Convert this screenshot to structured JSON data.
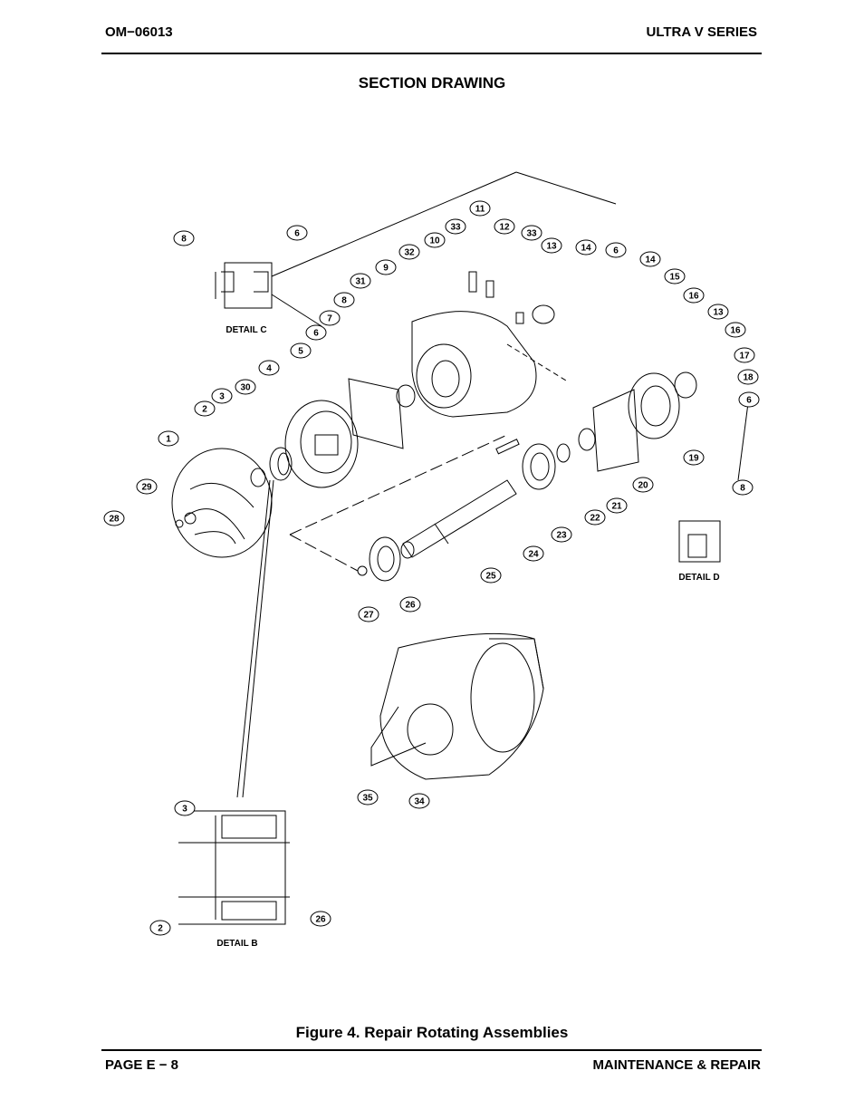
{
  "header": {
    "doc_number": "OM−06013",
    "series": "ULTRA V SERIES"
  },
  "section_title": "SECTION DRAWING",
  "figure_caption": "Figure 4.  Repair Rotating Assemblies",
  "footer": {
    "page": "PAGE E − 8",
    "section": "MAINTENANCE & REPAIR"
  },
  "details": {
    "c": "DETAIL C",
    "d": "DETAIL D",
    "b": "DETAIL B"
  },
  "callouts": [
    "8",
    "6",
    "11",
    "33",
    "12",
    "10",
    "33",
    "13",
    "32",
    "14",
    "6",
    "9",
    "14",
    "31",
    "15",
    "8",
    "16",
    "7",
    "13",
    "6",
    "16",
    "5",
    "17",
    "4",
    "18",
    "30",
    "6",
    "3",
    "2",
    "19",
    "1",
    "20",
    "29",
    "21",
    "8",
    "22",
    "28",
    "23",
    "24",
    "25",
    "27",
    "26",
    "35",
    "34",
    "3",
    "2",
    "26"
  ]
}
